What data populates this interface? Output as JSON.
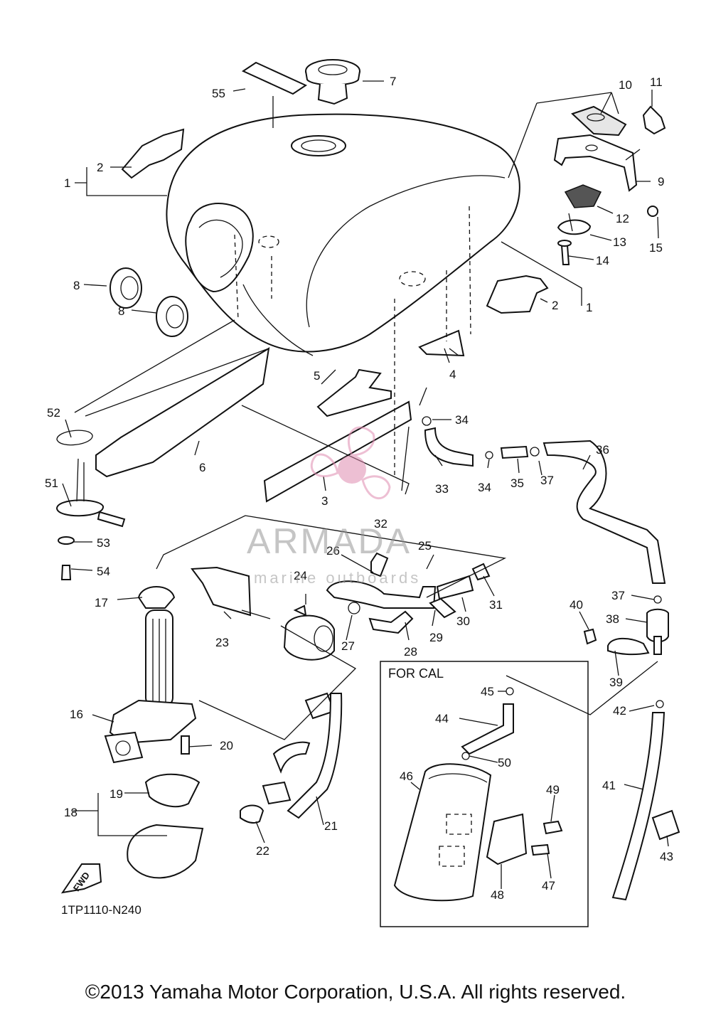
{
  "diagram_code": "1TP1110-N240",
  "copyright": "©2013 Yamaha Motor Corporation, U.S.A. All rights reserved.",
  "cal_box_label": "FOR CAL",
  "fwd_label": "FWD",
  "watermark": {
    "name": "ARMADA",
    "sub": "marine outboards"
  },
  "callouts": [
    "1",
    "1",
    "2",
    "2",
    "3",
    "4",
    "5",
    "6",
    "7",
    "8",
    "8",
    "9",
    "10",
    "11",
    "12",
    "13",
    "14",
    "15",
    "16",
    "17",
    "18",
    "19",
    "20",
    "21",
    "22",
    "23",
    "24",
    "25",
    "26",
    "27",
    "28",
    "29",
    "30",
    "31",
    "32",
    "33",
    "34",
    "34",
    "35",
    "36",
    "37",
    "37",
    "38",
    "39",
    "40",
    "41",
    "42",
    "43",
    "44",
    "45",
    "46",
    "47",
    "48",
    "49",
    "50",
    "51",
    "52",
    "53",
    "54",
    "55"
  ]
}
